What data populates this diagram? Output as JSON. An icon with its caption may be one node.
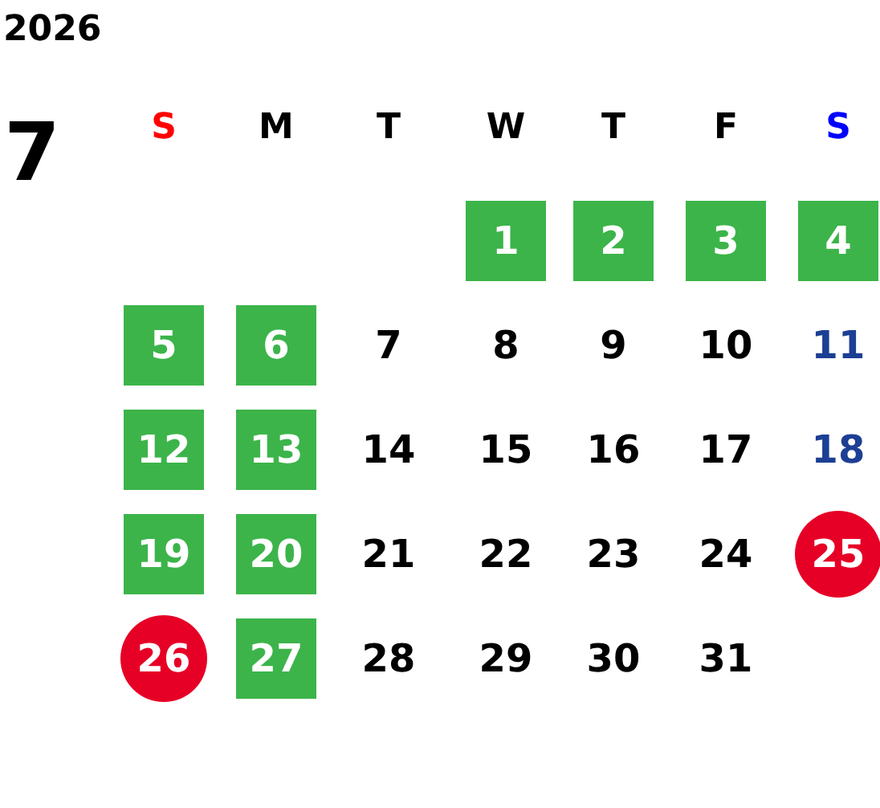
{
  "diagram": {
    "title": "2026",
    "nodes": [
      {
        "text": [
          "1"
        ]
      },
      {
        "text": [
          "2"
        ]
      },
      {
        "text": [
          "3"
        ]
      },
      {
        "text": [
          "4"
        ]
      },
      {
        "text": [
          "5"
        ]
      },
      {
        "text": [
          "6"
        ]
      },
      {
        "text": [
          "12"
        ]
      },
      {
        "text": [
          "13"
        ]
      },
      {
        "text": [
          "19"
        ]
      },
      {
        "text": [
          "20"
        ]
      },
      {
        "text": [
          "25"
        ]
      },
      {
        "text": [
          "26"
        ]
      },
      {
        "text": [
          "27"
        ]
      }
    ],
    "labels": [
      "7",
      "S",
      "M",
      "T",
      "W",
      "T",
      "F",
      "S",
      "7",
      "8",
      "9",
      "10",
      "11",
      "14",
      "15",
      "16",
      "17",
      "18",
      "21",
      "22",
      "23",
      "24",
      "28",
      "29",
      "30",
      "31"
    ]
  }
}
